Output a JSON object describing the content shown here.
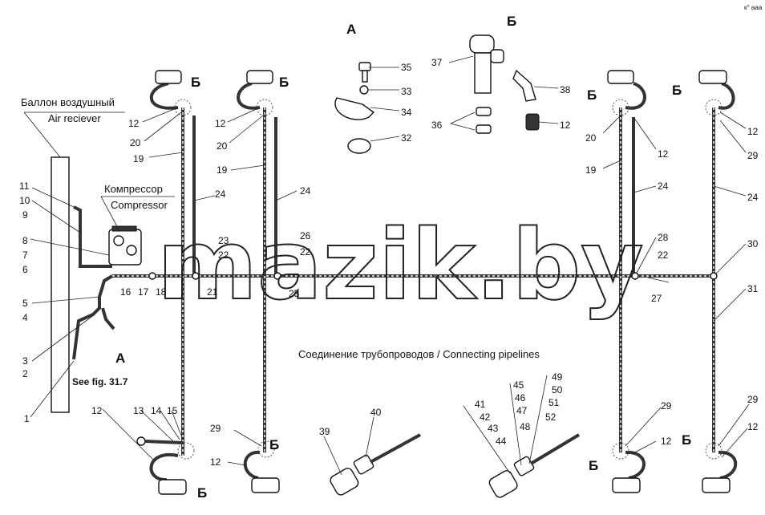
{
  "labels": {
    "corner_mark": "к° ааа",
    "detail_a": "А",
    "detail_b": "Б",
    "receiver_ru": "Баллон воздушный",
    "receiver_en": "Air reciever",
    "compressor_ru": "Компрессор",
    "compressor_en": "Compressor",
    "see_fig": "See fig. 31.7",
    "caption": "Соединение трубопроводов   /  Connecting pipelines",
    "watermark": "mazik.by"
  },
  "callouts": {
    "n1": "1",
    "n2": "2",
    "n3": "3",
    "n4": "4",
    "n5": "5",
    "n6": "6",
    "n7": "7",
    "n8": "8",
    "n9": "9",
    "n10": "10",
    "n11": "11",
    "n12": "12",
    "n13": "13",
    "n14": "14",
    "n15": "15",
    "n16": "16",
    "n17": "17",
    "n18": "18",
    "n19": "19",
    "n20": "20",
    "n21": "21",
    "n22": "22",
    "n23": "23",
    "n24": "24",
    "n25": "25",
    "n26": "26",
    "n27": "27",
    "n28": "28",
    "n29": "29",
    "n30": "30",
    "n31": "31",
    "n32": "32",
    "n33": "33",
    "n34": "34",
    "n35": "35",
    "n36": "36",
    "n37": "37",
    "n38": "38",
    "n39": "39",
    "n40": "40",
    "n41": "41",
    "n42": "42",
    "n43": "43",
    "n44": "44",
    "n45": "45",
    "n46": "46",
    "n47": "47",
    "n48": "48",
    "n49": "49",
    "n50": "50",
    "n51": "51",
    "n52": "52"
  }
}
